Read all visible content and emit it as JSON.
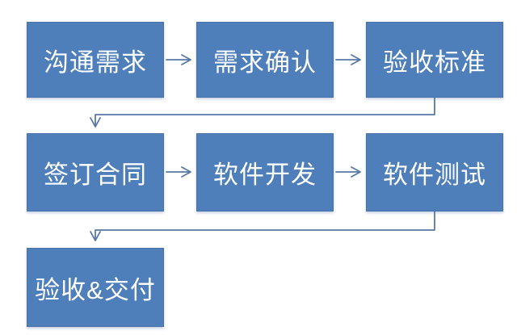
{
  "colors": {
    "background": "#ffffff",
    "box_fill": "#4f7fbb",
    "box_text": "#ffffff",
    "connector": "#5878a6"
  },
  "flowchart": {
    "nodes": [
      {
        "id": "communicate-requirements",
        "label": "沟通需求"
      },
      {
        "id": "requirements-confirmation",
        "label": "需求确认"
      },
      {
        "id": "acceptance-criteria",
        "label": "验收标准"
      },
      {
        "id": "sign-contract",
        "label": "签订合同"
      },
      {
        "id": "software-development",
        "label": "软件开发"
      },
      {
        "id": "software-testing",
        "label": "软件测试"
      },
      {
        "id": "acceptance-and-delivery",
        "label": "验收&交付"
      }
    ],
    "edges": [
      {
        "from": "沟通需求",
        "to": "需求确认"
      },
      {
        "from": "需求确认",
        "to": "验收标准"
      },
      {
        "from": "验收标准",
        "to": "签订合同"
      },
      {
        "from": "签订合同",
        "to": "软件开发"
      },
      {
        "from": "软件开发",
        "to": "软件测试"
      },
      {
        "from": "软件测试",
        "to": "验收&交付"
      }
    ]
  }
}
